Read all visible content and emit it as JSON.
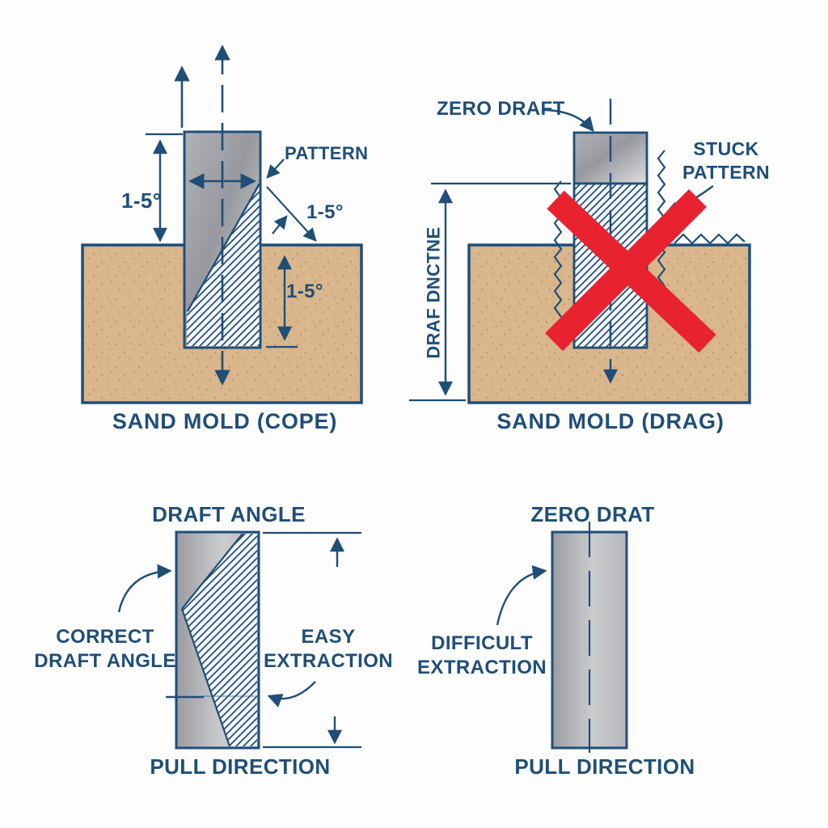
{
  "colors": {
    "line_navy": "#1f4e79",
    "sand_tan": "#d9b68c",
    "sand_speckle": "#bb9260",
    "cross_red": "#e8232f",
    "steel_dark": "#9b9da2",
    "steel_light": "#dddee0",
    "hatch_bg": "#f4f5f7",
    "background": "#fdfdfd"
  },
  "cope": {
    "caption": "SAND MOLD (COPE)",
    "pattern_label": "PATTERN",
    "dim_left": "1-5°",
    "dim_diag": "1-5°",
    "dim_inner": "1-5°"
  },
  "drag": {
    "caption": "SAND MOLD (DRAG)",
    "zero_draft": "ZERO DRAFT",
    "stuck_line1": "STUCK",
    "stuck_line2": "PATTERN",
    "direction": "DRAF DNCTNE"
  },
  "correct": {
    "title": "DRAFT ANGLE",
    "left_line1": "CORRECT",
    "left_line2": "DRAFT ANGLE",
    "right_line1": "EASY",
    "right_line2": "EXTRACTION",
    "caption": "PULL DIRECTION"
  },
  "zero": {
    "title": "ZERO DRAT",
    "left_line1": "DIFFICULT",
    "left_line2": "EXTRACTION",
    "caption": "PULL DIRECTION"
  }
}
